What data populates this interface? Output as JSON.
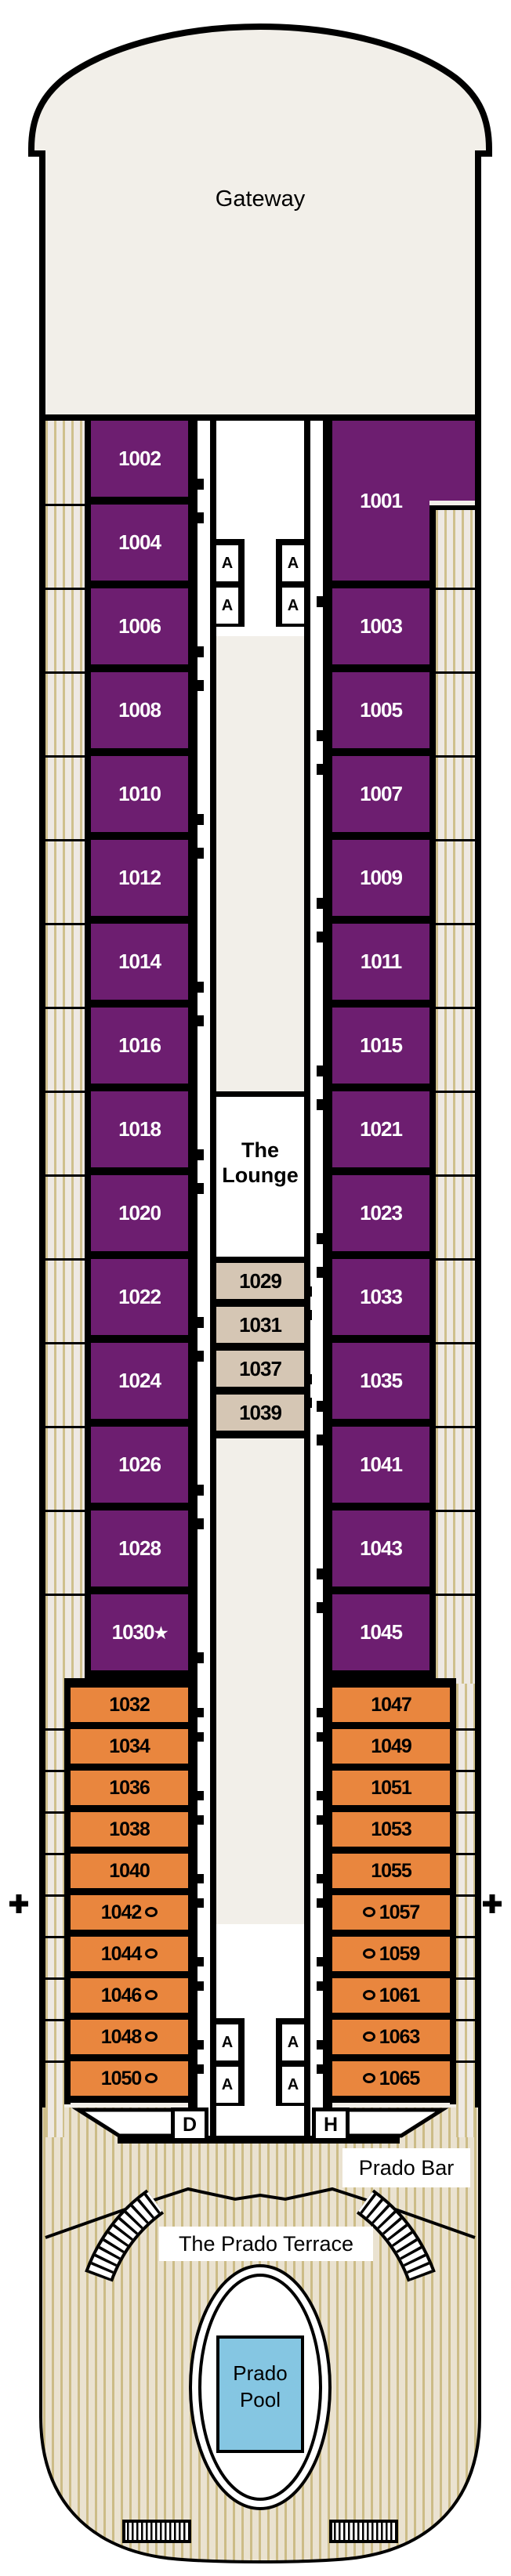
{
  "deck_plan": {
    "bow_label": "Gateway",
    "lounge_label": "The Lounge",
    "elevator_letter": "A",
    "stairwell_labels": {
      "left": "D",
      "right": "H"
    },
    "side_markers": {
      "left": "+",
      "right": "+"
    },
    "star_symbol": "★",
    "stern": {
      "bar_label": "Prado Bar",
      "terrace_label": "The Prado Terrace",
      "pool_label": "Prado Pool"
    },
    "cabins": {
      "left_purple": [
        {
          "number": "1002"
        },
        {
          "number": "1004"
        },
        {
          "number": "1006"
        },
        {
          "number": "1008"
        },
        {
          "number": "1010"
        },
        {
          "number": "1012"
        },
        {
          "number": "1014"
        },
        {
          "number": "1016"
        },
        {
          "number": "1018"
        },
        {
          "number": "1020"
        },
        {
          "number": "1022"
        },
        {
          "number": "1024"
        },
        {
          "number": "1026"
        },
        {
          "number": "1028"
        },
        {
          "number": "1030",
          "marker": "star"
        }
      ],
      "left_orange": [
        {
          "number": "1032"
        },
        {
          "number": "1034"
        },
        {
          "number": "1036"
        },
        {
          "number": "1038"
        },
        {
          "number": "1040"
        },
        {
          "number": "1042",
          "marker": "ring_after"
        },
        {
          "number": "1044",
          "marker": "ring_after"
        },
        {
          "number": "1046",
          "marker": "ring_after"
        },
        {
          "number": "1048",
          "marker": "ring_after"
        },
        {
          "number": "1050",
          "marker": "ring_after"
        }
      ],
      "right_purple": [
        {
          "number": "1001",
          "suite": true
        },
        {
          "number": "1003"
        },
        {
          "number": "1005"
        },
        {
          "number": "1007"
        },
        {
          "number": "1009"
        },
        {
          "number": "1011"
        },
        {
          "number": "1015"
        },
        {
          "number": "1021"
        },
        {
          "number": "1023"
        },
        {
          "number": "1033"
        },
        {
          "number": "1035"
        },
        {
          "number": "1041"
        },
        {
          "number": "1043"
        },
        {
          "number": "1045"
        }
      ],
      "right_orange": [
        {
          "number": "1047"
        },
        {
          "number": "1049"
        },
        {
          "number": "1051"
        },
        {
          "number": "1053"
        },
        {
          "number": "1055"
        },
        {
          "number": "1057",
          "marker": "ring_before"
        },
        {
          "number": "1059",
          "marker": "ring_before"
        },
        {
          "number": "1061",
          "marker": "ring_before"
        },
        {
          "number": "1063",
          "marker": "ring_before"
        },
        {
          "number": "1065",
          "marker": "ring_before"
        }
      ],
      "center_inside": [
        {
          "number": "1029"
        },
        {
          "number": "1031"
        },
        {
          "number": "1037"
        },
        {
          "number": "1039"
        }
      ]
    },
    "colors": {
      "cabin_purple": "#6d1e70",
      "cabin_orange": "#e9863e",
      "cabin_inside_beige": "#d5c6b4",
      "pool_blue": "#85c6e2",
      "hull_cream": "#f2efe9",
      "deck_base": "#eae2d0",
      "deck_stripe": "#ccbc87",
      "wall_black": "#000000"
    }
  }
}
